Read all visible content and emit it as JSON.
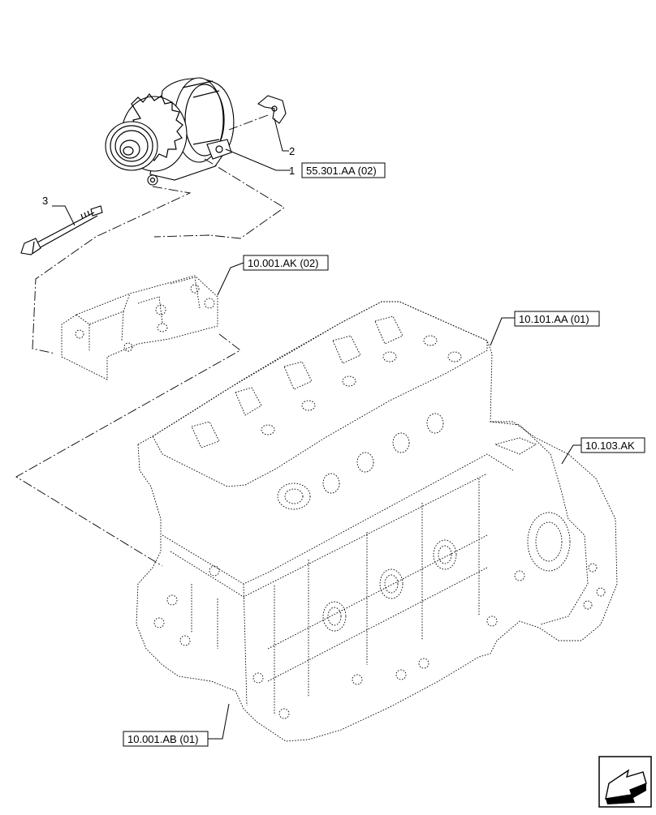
{
  "callouts": {
    "item1": "1",
    "item2": "2",
    "item3": "3"
  },
  "references": {
    "alternator_ref": "55.301.AA (02)",
    "bracket_ref": "10.001.AK (02)",
    "head_ref": "10.101.AA (01)",
    "flywheel_housing_ref": "10.103.AK",
    "block_ref": "10.001.AB (01)"
  },
  "icons": {
    "nav": "navigation-arrow-icon"
  }
}
